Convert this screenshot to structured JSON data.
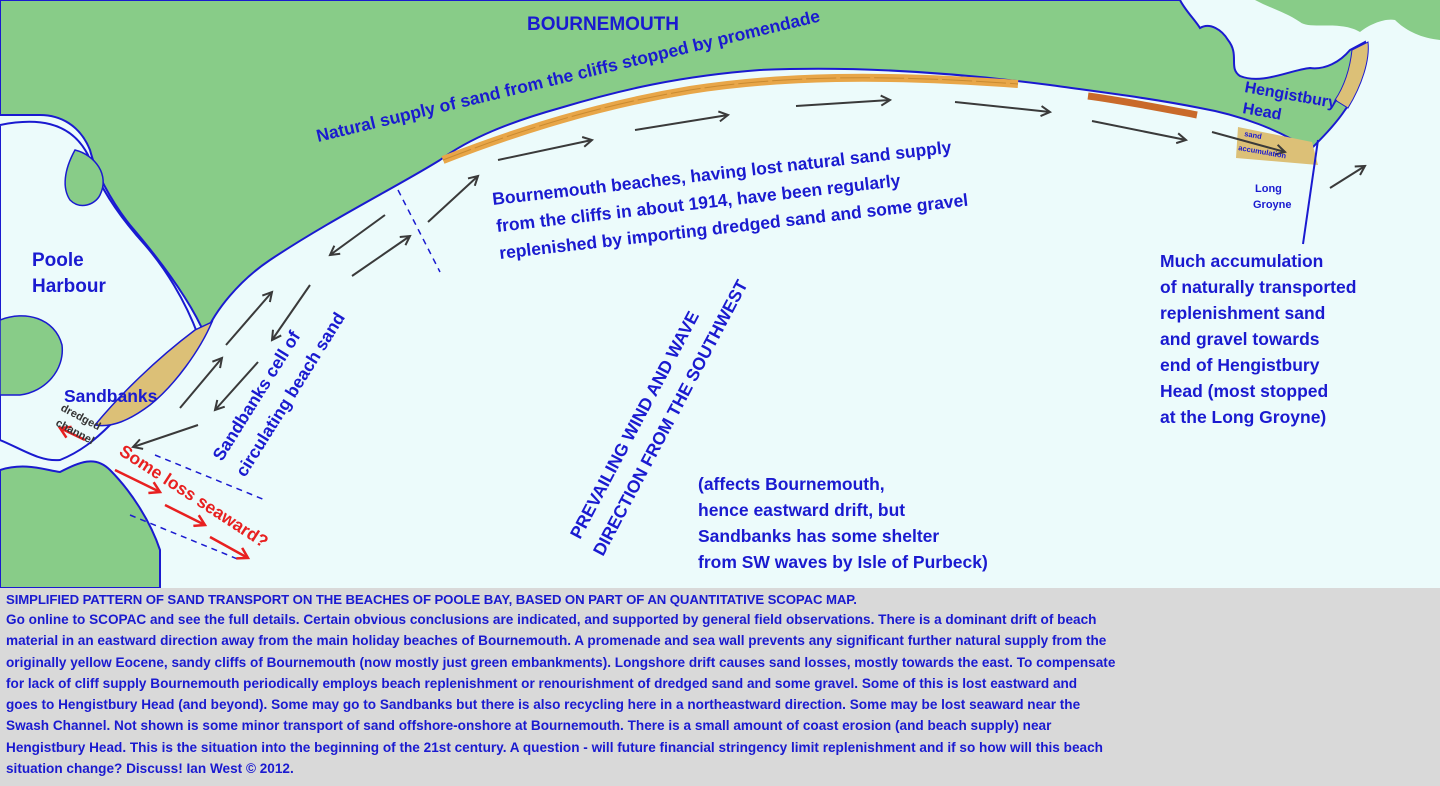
{
  "colors": {
    "sea": "#ecfbfb",
    "land": "#88cc88",
    "coastline": "#1a1ad0",
    "sand": "#dcc077",
    "beach_stripe": "#e8a648",
    "gravel": "#c96a2a",
    "label_blue": "#1a1ad0",
    "loss_red": "#e82020",
    "arrow": "#3a3a3a",
    "caption_bg": "#d9d9d9"
  },
  "labels": {
    "bournemouth": "BOURNEMOUTH",
    "cliff_supply": "Natural supply of sand from the cliffs stopped by promendade",
    "hengistbury_1": "Hengistbury",
    "hengistbury_2": "Head",
    "long_groyne_1": "Long",
    "long_groyne_2": "Groyne",
    "sand_small_1": "sand",
    "sand_small_2": "accumulation",
    "poole_1": "Poole",
    "poole_2": "Harbour",
    "sandbanks": "Sandbanks",
    "dredged_1": "dredged",
    "dredged_2": "channel",
    "beaches_1": "Bournemouth beaches, having lost natural sand supply",
    "beaches_2": "from the cliffs in about 1914, have been regularly",
    "beaches_3": "replenished by importing dredged sand and some gravel",
    "cell_1": "Sandbanks cell of",
    "cell_2": "circulating beach sand",
    "loss": "Some loss seaward?",
    "wind_1": "PREVAILING WIND AND WAVE",
    "wind_2": "DIRECTION FROM THE SOUTHWEST",
    "affects_1": "(affects Bournemouth,",
    "affects_2": "hence eastward drift, but",
    "affects_3": "Sandbanks has some shelter",
    "affects_4": "from SW waves by Isle of Purbeck)",
    "accum_1": "Much accumulation",
    "accum_2": "of naturally transported",
    "accum_3": "replenishment sand",
    "accum_4": "and gravel towards",
    "accum_5": "end of Hengistbury",
    "accum_6": "Head (most stopped",
    "accum_7": "at the Long Groyne)"
  },
  "caption": {
    "heading": "SIMPLIFIED PATTERN OF SAND TRANSPORT ON THE BEACHES OF POOLE BAY, BASED ON PART OF AN QUANTITATIVE SCOPAC MAP.",
    "lines": [
      "Go online to SCOPAC and see the full details. Certain obvious conclusions are indicated, and supported by general field observations. There is a dominant drift of beach",
      "material in an eastward direction away from the main holiday beaches of Bournemouth. A promenade and sea wall prevents any significant further natural supply from the",
      "originally yellow Eocene, sandy cliffs of Bournemouth (now mostly just green embankments). Longshore drift causes sand losses, mostly towards the east. To compensate",
      "for lack of cliff supply Bournemouth periodically employs beach replenishment or renourishment of dredged sand and some gravel. Some of this is lost eastward and",
      "goes to Hengistbury Head (and beyond). Some may go to Sandbanks but there is also recycling here in a northeastward direction. Some may be lost seaward near the",
      "Swash Channel. Not shown is some minor transport of sand offshore-onshore at Bournemouth. There is a small amount of coast erosion (and beach supply) near",
      "Hengistbury Head. This is the situation into the beginning of the 21st century. A question - will future financial stringency limit replenishment and if so how will this beach",
      "situation change? Discuss! Ian West © 2012."
    ]
  }
}
